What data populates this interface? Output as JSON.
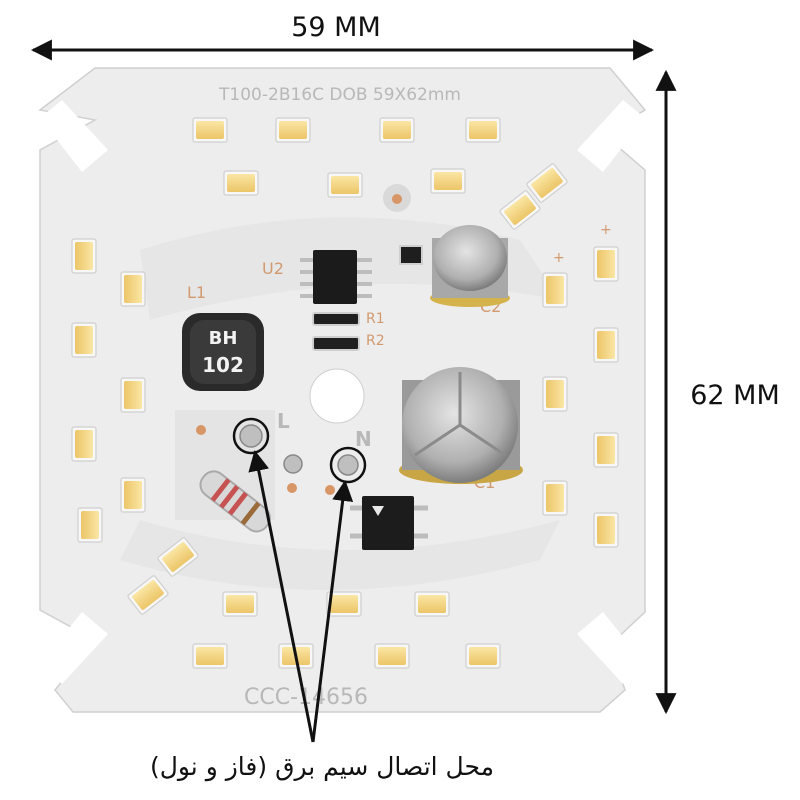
{
  "dimensions": {
    "width_label": "59 MM",
    "height_label": "62 MM"
  },
  "board": {
    "model_text": "T100-2B16C DOB 59X62mm",
    "bottom_code": "CCC-14656",
    "designators": {
      "u2": "U2",
      "l1": "L1",
      "r1": "R1",
      "r2": "R2",
      "c1": "C1",
      "c2": "C2",
      "live": "L",
      "neutral": "N",
      "plus_1": "+",
      "plus_2": "+"
    },
    "inductor_marking": [
      "BH",
      "102"
    ],
    "colors": {
      "pcb": "#ececec",
      "led": "#f1d27e",
      "chip": "#1a1a1a",
      "arrow": "#111111"
    }
  },
  "caption": "محل اتصال سیم برق (فاز و نول)"
}
